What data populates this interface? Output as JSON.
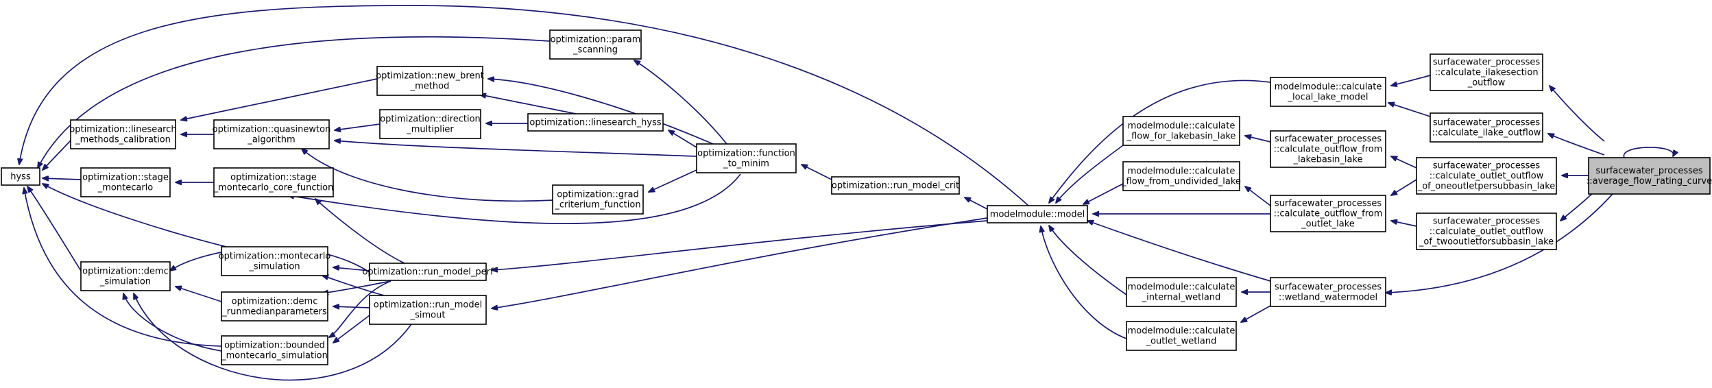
{
  "diagram": {
    "type": "call-graph",
    "colors": {
      "edge": "#191970",
      "node_border": "#000000",
      "highlight_fill": "#bfbfbf"
    },
    "nodes": [
      {
        "id": "hyss",
        "lines": [
          "hyss"
        ]
      },
      {
        "id": "opt_linesearch_calib",
        "lines": [
          "optimization::linesearch",
          "_methods_calibration"
        ]
      },
      {
        "id": "opt_stage_mc",
        "lines": [
          "optimization::stage",
          "_montecarlo"
        ]
      },
      {
        "id": "opt_demc_sim",
        "lines": [
          "optimization::demc",
          "_simulation"
        ]
      },
      {
        "id": "opt_param_scan",
        "lines": [
          "optimization::param",
          "_scanning"
        ]
      },
      {
        "id": "opt_new_brent",
        "lines": [
          "optimization::new_brent",
          "_method"
        ]
      },
      {
        "id": "opt_quasinewton",
        "lines": [
          "optimization::quasinewton",
          "_algorithm"
        ]
      },
      {
        "id": "opt_direction_mult",
        "lines": [
          "optimization::direction",
          "_multiplier"
        ]
      },
      {
        "id": "opt_stage_mc_core",
        "lines": [
          "optimization::stage",
          "_montecarlo_core_function"
        ]
      },
      {
        "id": "opt_linesearch_hyss",
        "lines": [
          "optimization::linesearch_hyss"
        ]
      },
      {
        "id": "opt_grad",
        "lines": [
          "optimization::grad",
          "_criterium_function"
        ]
      },
      {
        "id": "opt_function_to_minim",
        "lines": [
          "optimization::function",
          "_to_minim"
        ]
      },
      {
        "id": "opt_run_model_crit",
        "lines": [
          "optimization::run_model_crit"
        ]
      },
      {
        "id": "opt_mc_sim",
        "lines": [
          "optimization::montecarlo",
          "_simulation"
        ]
      },
      {
        "id": "opt_run_model_perf",
        "lines": [
          "optimization::run_model_perf"
        ]
      },
      {
        "id": "opt_demc_runmedian",
        "lines": [
          "optimization::demc",
          "_runmedianparameters"
        ]
      },
      {
        "id": "opt_run_model_simout",
        "lines": [
          "optimization::run_model",
          "_simout"
        ]
      },
      {
        "id": "opt_bounded_mc",
        "lines": [
          "optimization::bounded",
          "_montecarlo_simulation"
        ]
      },
      {
        "id": "mm_model",
        "lines": [
          "modelmodule::model"
        ]
      },
      {
        "id": "mm_calc_local_lake",
        "lines": [
          "modelmodule::calculate",
          "_local_lake_model"
        ]
      },
      {
        "id": "mm_calc_flow_lakebasin",
        "lines": [
          "modelmodule::calculate",
          "_flow_for_lakebasin_lake"
        ]
      },
      {
        "id": "mm_calc_flow_undivided",
        "lines": [
          "modelmodule::calculate",
          "_flow_from_undivided_lake"
        ]
      },
      {
        "id": "mm_calc_internal_wetland",
        "lines": [
          "modelmodule::calculate",
          "_internal_wetland"
        ]
      },
      {
        "id": "mm_calc_outlet_wetland",
        "lines": [
          "modelmodule::calculate",
          "_outlet_wetland"
        ]
      },
      {
        "id": "sp_calc_outflow_lakebasin",
        "lines": [
          "surfacewater_processes",
          "::calculate_outflow_from",
          "_lakebasin_lake"
        ]
      },
      {
        "id": "sp_calc_outflow_outlet",
        "lines": [
          "surfacewater_processes",
          "::calculate_outflow_from",
          "_outlet_lake"
        ]
      },
      {
        "id": "sp_wetland_watermodel",
        "lines": [
          "surfacewater_processes",
          "::wetland_watermodel"
        ]
      },
      {
        "id": "sp_calc_ilakesection",
        "lines": [
          "surfacewater_processes",
          "::calculate_ilakesection",
          "_outflow"
        ]
      },
      {
        "id": "sp_calc_ilake_outflow",
        "lines": [
          "surfacewater_processes",
          "::calculate_ilake_outflow"
        ]
      },
      {
        "id": "sp_outlet_one",
        "lines": [
          "surfacewater_processes",
          "::calculate_outlet_outflow",
          "_of_oneoutletpersubbasin_lake"
        ]
      },
      {
        "id": "sp_outlet_two",
        "lines": [
          "surfacewater_processes",
          "::calculate_outlet_outflow",
          "_of_twooutletforsubbasin_lake"
        ]
      },
      {
        "id": "sp_avg_flow_rating",
        "lines": [
          "surfacewater_processes",
          "::average_flow_rating_curve"
        ],
        "highlight": true
      }
    ]
  }
}
